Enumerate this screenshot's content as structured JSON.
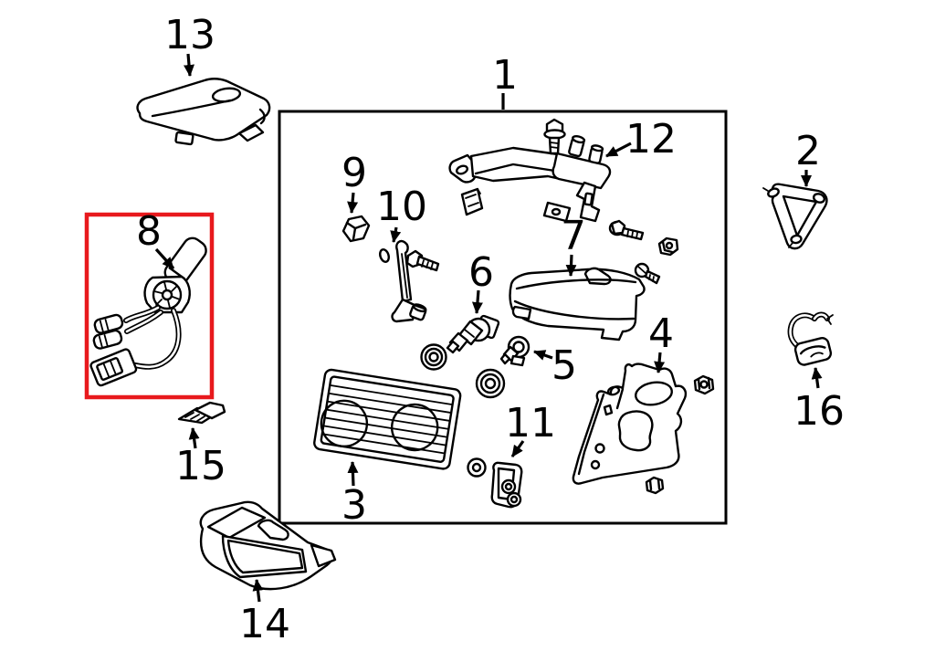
{
  "diagram": {
    "background_color": "#ffffff",
    "line_color": "#000000",
    "highlight_color": "#e8191d",
    "highlighted_part": "8"
  },
  "parts": [
    {
      "label": "1"
    },
    {
      "label": "2"
    },
    {
      "label": "3"
    },
    {
      "label": "4"
    },
    {
      "label": "5"
    },
    {
      "label": "6"
    },
    {
      "label": "7"
    },
    {
      "label": "8",
      "highlighted": true
    },
    {
      "label": "9"
    },
    {
      "label": "10"
    },
    {
      "label": "11"
    },
    {
      "label": "12"
    },
    {
      "label": "13"
    },
    {
      "label": "14"
    },
    {
      "label": "15"
    },
    {
      "label": "16"
    }
  ]
}
